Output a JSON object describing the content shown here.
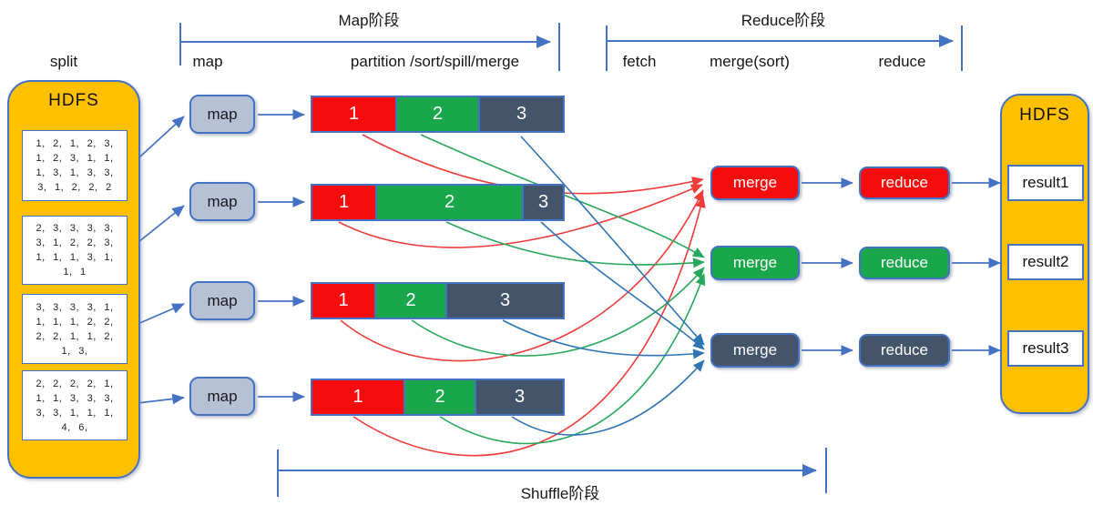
{
  "colors": {
    "accent_blue": "#4472C4",
    "orange": "#FFC000",
    "red": "#F60C0C",
    "green": "#1AA64B",
    "dark_slate": "#44546A",
    "map_box_fill": "#B7C1D5",
    "curve_red": "#F03B3B",
    "curve_green": "#27A85C",
    "curve_blue": "#2E75B6"
  },
  "phases": {
    "map": {
      "title": "Map阶段",
      "sub_labels": [
        "map",
        "partition /sort/spill/merge"
      ]
    },
    "reduce": {
      "title": "Reduce阶段",
      "sub_labels": [
        "fetch",
        "merge(sort)",
        "reduce"
      ]
    },
    "shuffle": {
      "title": "Shuffle阶段"
    }
  },
  "split_label": "split",
  "hdfs_left": {
    "title": "HDFS",
    "splits": [
      {
        "lines": [
          "1, 2, 1, 2, 3,",
          "1, 2, 3, 1, 1,",
          "1, 3, 1, 3, 3,",
          "3, 1, 2, 2, 2"
        ]
      },
      {
        "lines": [
          "2, 3, 3, 3, 3,",
          "3, 1, 2, 2, 3,",
          "1, 1, 1, 3, 1,",
          "1, 1"
        ]
      },
      {
        "lines": [
          "3, 3, 3, 3, 1,",
          "1, 1, 1, 2, 2,",
          "2, 2, 1, 1, 2,",
          "1, 3,"
        ]
      },
      {
        "lines": [
          "2, 2, 2, 2, 1,",
          "1, 1, 3, 3, 3,",
          "3, 3, 1, 1, 1,",
          "4, 6,"
        ]
      }
    ]
  },
  "map_boxes": {
    "labels": [
      "map",
      "map",
      "map",
      "map"
    ]
  },
  "partitions": {
    "rows": [
      {
        "segments": [
          {
            "label": "1"
          },
          {
            "label": "2"
          },
          {
            "label": "3"
          }
        ]
      },
      {
        "segments": [
          {
            "label": "1"
          },
          {
            "label": "2"
          },
          {
            "label": "3"
          }
        ]
      },
      {
        "segments": [
          {
            "label": "1"
          },
          {
            "label": "2"
          },
          {
            "label": "3"
          }
        ]
      },
      {
        "segments": [
          {
            "label": "1"
          },
          {
            "label": "2"
          },
          {
            "label": "3"
          }
        ]
      }
    ]
  },
  "merge_boxes": {
    "labels": [
      "merge",
      "merge",
      "merge"
    ]
  },
  "reduce_boxes": {
    "labels": [
      "reduce",
      "reduce",
      "reduce"
    ]
  },
  "hdfs_right": {
    "title": "HDFS",
    "results": [
      "result1",
      "result2",
      "result3"
    ]
  }
}
